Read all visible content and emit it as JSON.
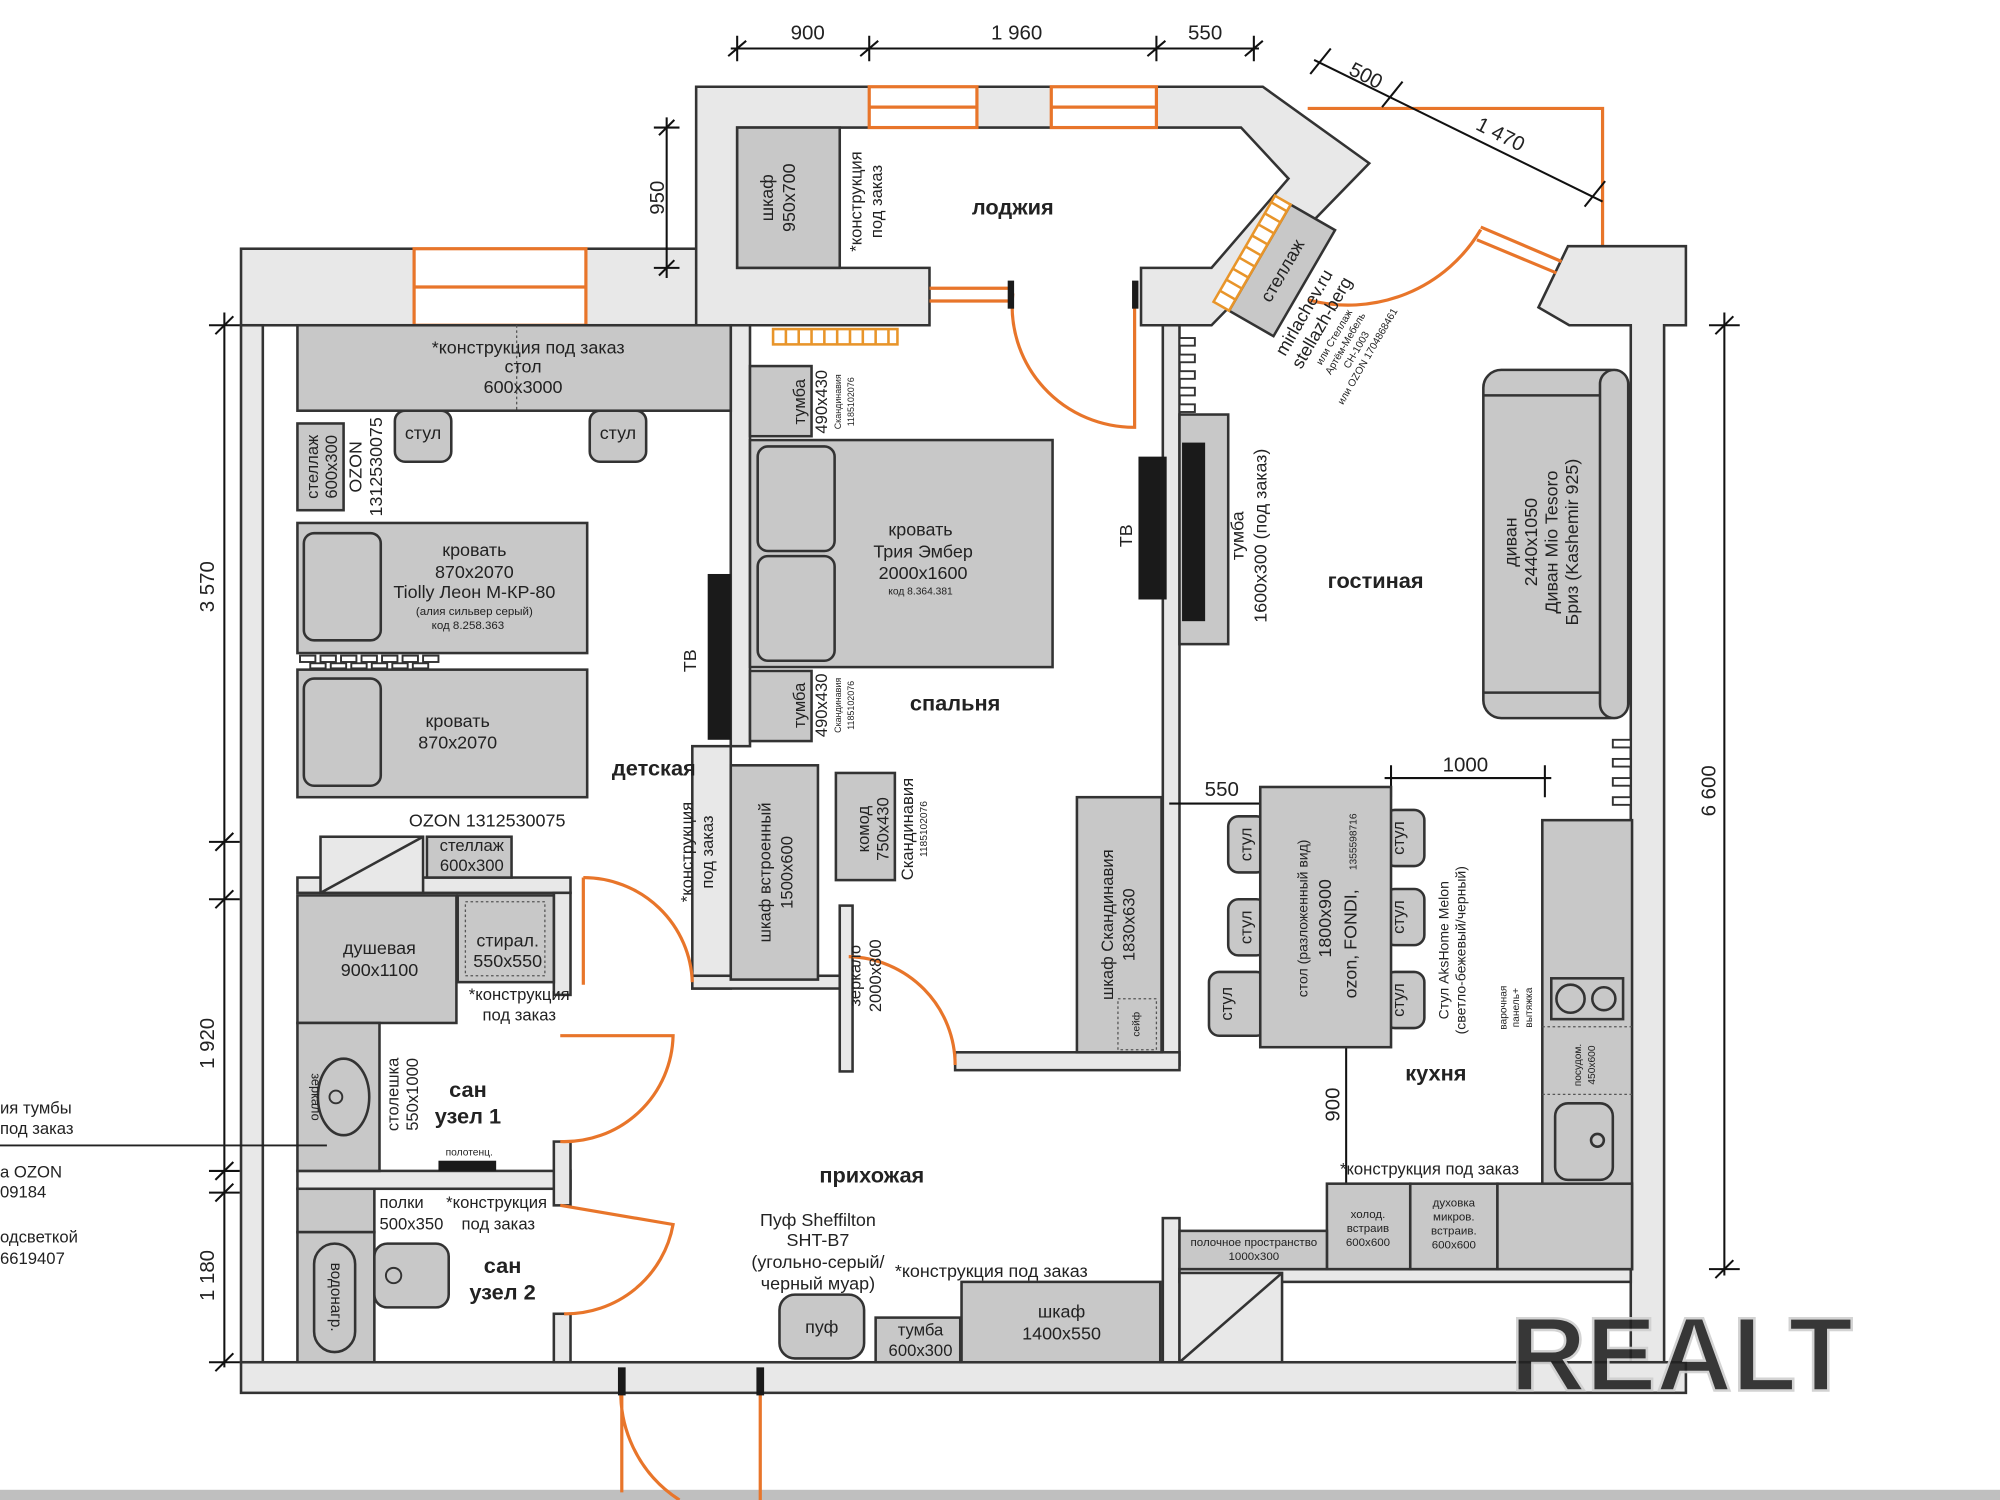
{
  "dimensions": {
    "top_900": "900",
    "top_1960": "1 960",
    "top_550": "550",
    "loggia_950": "950",
    "diag_500": "500",
    "diag_1470": "1 470",
    "left_3570": "3 570",
    "left_1920": "1 920",
    "left_1180": "1 180",
    "right_6600": "6 600",
    "kitchen_550": "550",
    "kitchen_1000": "1000",
    "kitchen_900": "900"
  },
  "rooms": {
    "loggia": "лоджия",
    "kids": "детская",
    "bedroom": "спальня",
    "living": "гостиная",
    "kitchen": "кухня",
    "hall": "прихожая",
    "bath1_l1": "сан",
    "bath1_l2": "узел 1",
    "bath2_l1": "сан",
    "bath2_l2": "узел 2"
  },
  "furniture": {
    "kids_desk": [
      "*конструкция под заказ",
      "стол",
      "600x3000"
    ],
    "chair": "стул",
    "kids_shelf": [
      "стеллаж",
      "600x300"
    ],
    "kids_shelf_ozon": [
      "OZON",
      "1312530075"
    ],
    "bed1": [
      "кровать",
      "870x2070",
      "Tiolly Леон М-КР-80",
      "(алия сильвер серый)",
      "код 8.258.363"
    ],
    "bed2": [
      "кровать",
      "870x2070"
    ],
    "ozon_label": "OZON 1312530075",
    "shelf2": [
      "стеллаж",
      "600x300"
    ],
    "shower": [
      "душевая",
      "900x1100"
    ],
    "washer": [
      "стирал.",
      "550x550"
    ],
    "custom_note": [
      "*конструкция",
      "под заказ"
    ],
    "mirror_small": "зеркало",
    "countertop": [
      "столешка",
      "550x1000"
    ],
    "towel": "полотенц.",
    "shelves": [
      "полки",
      "500x350"
    ],
    "custom_note2": [
      "*конструкция",
      "под заказ"
    ],
    "water_heater": "водонагр.",
    "left_notes": [
      "ия тумбы",
      "под заказ",
      "а OZON",
      "09184",
      "одсветкой",
      "6619407"
    ],
    "wardrobe_loggia": [
      "шкаф",
      "950x700"
    ],
    "loggia_custom": [
      "*конструкция",
      "под заказ"
    ],
    "loggia_shelf": "стеллаж",
    "loggia_shelf_src": [
      "mirlachev.ru",
      "stellazh-berg",
      "или Стеллаж",
      "Артём-Мебель",
      "СН-1003",
      "или OZON 1704868461"
    ],
    "nightstand": [
      "тумба",
      "490x430"
    ],
    "nightstand_src": [
      "Скандинавия",
      "1185102076"
    ],
    "bed_main": [
      "кровать",
      "Трия Эмбер",
      "2000x1600",
      "код 8.364.381"
    ],
    "tv": "ТВ",
    "builtin_wardrobe": [
      "шкаф встроенный",
      "1500x600"
    ],
    "dresser": [
      "комод",
      "750x430",
      "Скандинавия",
      "1185102076"
    ],
    "bedroom_custom": [
      "*конструкция",
      "под заказ"
    ],
    "mirror": [
      "зеркало",
      "2000x800"
    ],
    "wardrobe_scand": [
      "шкаф Скандинавия",
      "1830x630"
    ],
    "safe": "сейф",
    "tv_stand": [
      "тумба",
      "1600x300 (под заказ)"
    ],
    "sofa": [
      "диван",
      "2440x1050",
      "Диван Mio Tesoro",
      "Бриз (Kashemir 925)"
    ],
    "dining_table": [
      "стол (разложенный вид)",
      "1800x900",
      "ozon, FONDI,",
      "1355598716"
    ],
    "dining_chairs": [
      "Стул AksHome Melon",
      "(светло-бежевый/черный)"
    ],
    "hob": [
      "варочная",
      "панель+",
      "вытяжка"
    ],
    "dishwasher": [
      "посудом.",
      "450x600"
    ],
    "kitchen_custom": "*конструкция под заказ",
    "fridge": [
      "холод.",
      "встраив",
      "600x600"
    ],
    "oven": [
      "духовка",
      "микров.",
      "встраив.",
      "600x600"
    ],
    "shelf_space": [
      "полочное пространство",
      "1000x300"
    ],
    "pouf_desc": [
      "Пуф Sheffilton",
      "SHT-B7",
      "(угольно-серый/",
      "черный муар)"
    ],
    "pouf": "пуф",
    "hall_custom": "*конструкция под заказ",
    "hall_stand": [
      "тумба",
      "600x300"
    ],
    "hall_wardrobe": [
      "шкаф",
      "1400x550"
    ]
  },
  "watermark": "REALT",
  "colors": {
    "wall": "#e8e8e8",
    "furniture": "#c8c8c8",
    "door": "#e8752a"
  }
}
